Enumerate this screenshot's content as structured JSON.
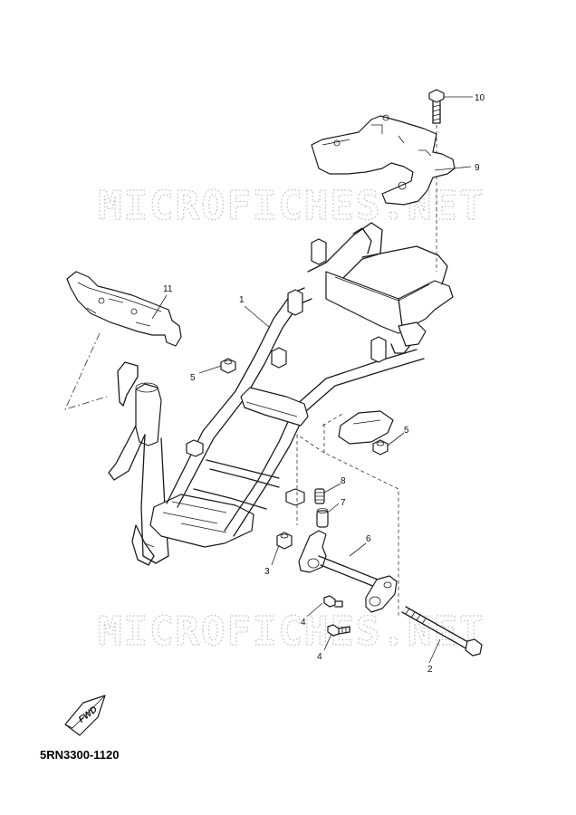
{
  "watermark": {
    "text_top": "MICROFICHES.NET",
    "text_bottom": "MICROFICHES.NET"
  },
  "callouts": {
    "c1": "1",
    "c2": "2",
    "c3": "3",
    "c4a": "4",
    "c4b": "4",
    "c5a": "5",
    "c5b": "5",
    "c6": "6",
    "c7": "7",
    "c8": "8",
    "c9": "9",
    "c10": "10",
    "c11": "11"
  },
  "fwd_badge": {
    "text": "FWD"
  },
  "diagram_code": "5RN3300-1120"
}
